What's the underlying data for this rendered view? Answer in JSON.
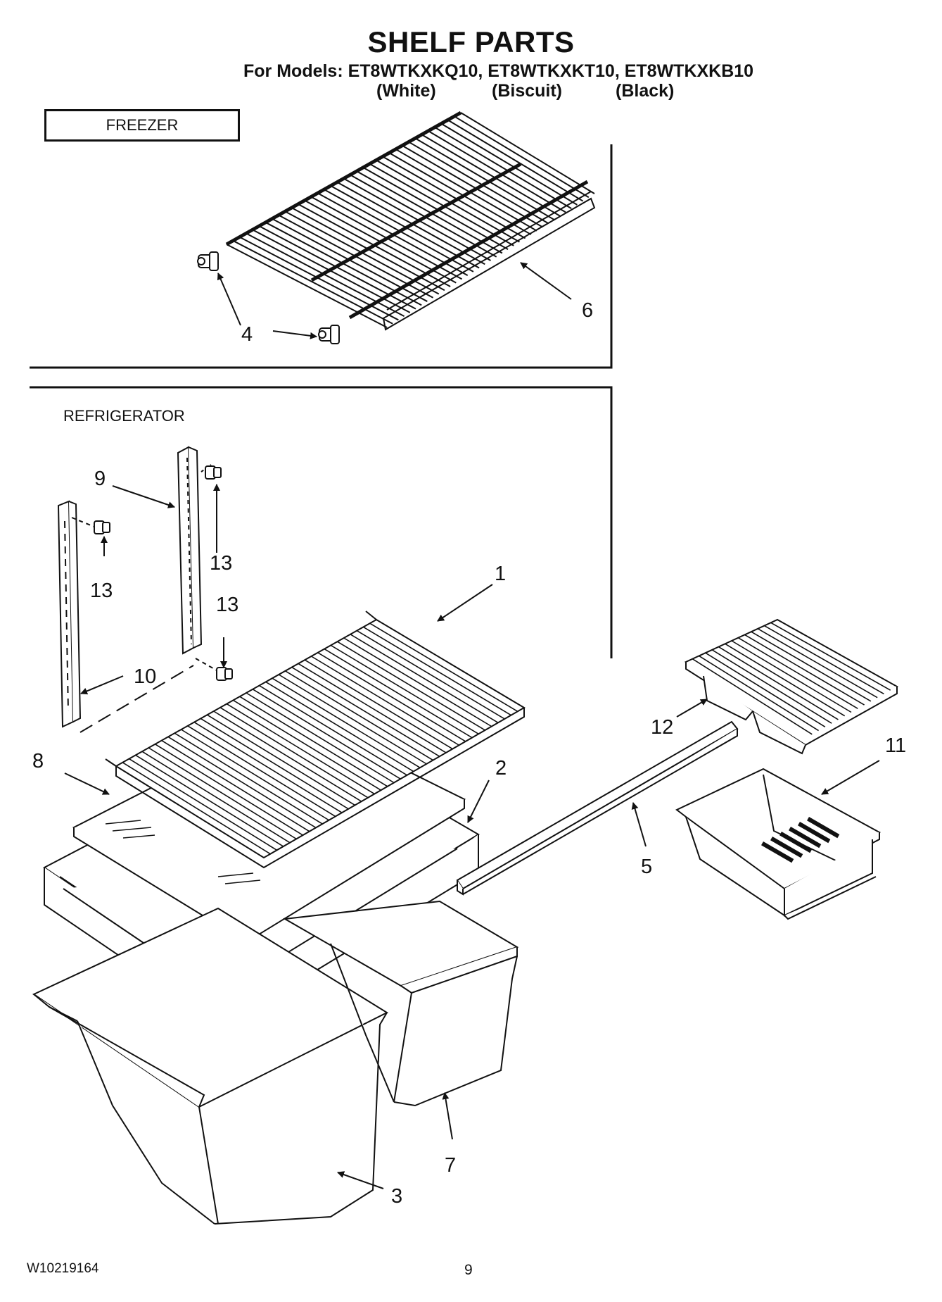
{
  "title": "SHELF PARTS",
  "models_line": "For Models: ET8WTKXKQ10, ET8WTKXKT10, ET8WTKXKB10",
  "color_labels": [
    "(White)",
    "(Biscuit)",
    "(Black)"
  ],
  "sections": {
    "freezer": "FREEZER",
    "refrigerator": "REFRIGERATOR"
  },
  "callouts": {
    "freezer_shelf_support": "4",
    "freezer_shelf": "6",
    "shelf_channel_upper": "9",
    "shelf_channel_lower": "10",
    "screw_upper": "13",
    "screw_left": "13",
    "screw_lower": "13",
    "wire_shelf": "1",
    "glass_shelf": "2",
    "crisper_cover_frame": "8",
    "crisper_left": "3",
    "crisper_right": "7",
    "rail": "5",
    "slide_shelf": "12",
    "meat_pan": "11"
  },
  "footer": {
    "doc_number": "W10219164",
    "page": "9"
  }
}
